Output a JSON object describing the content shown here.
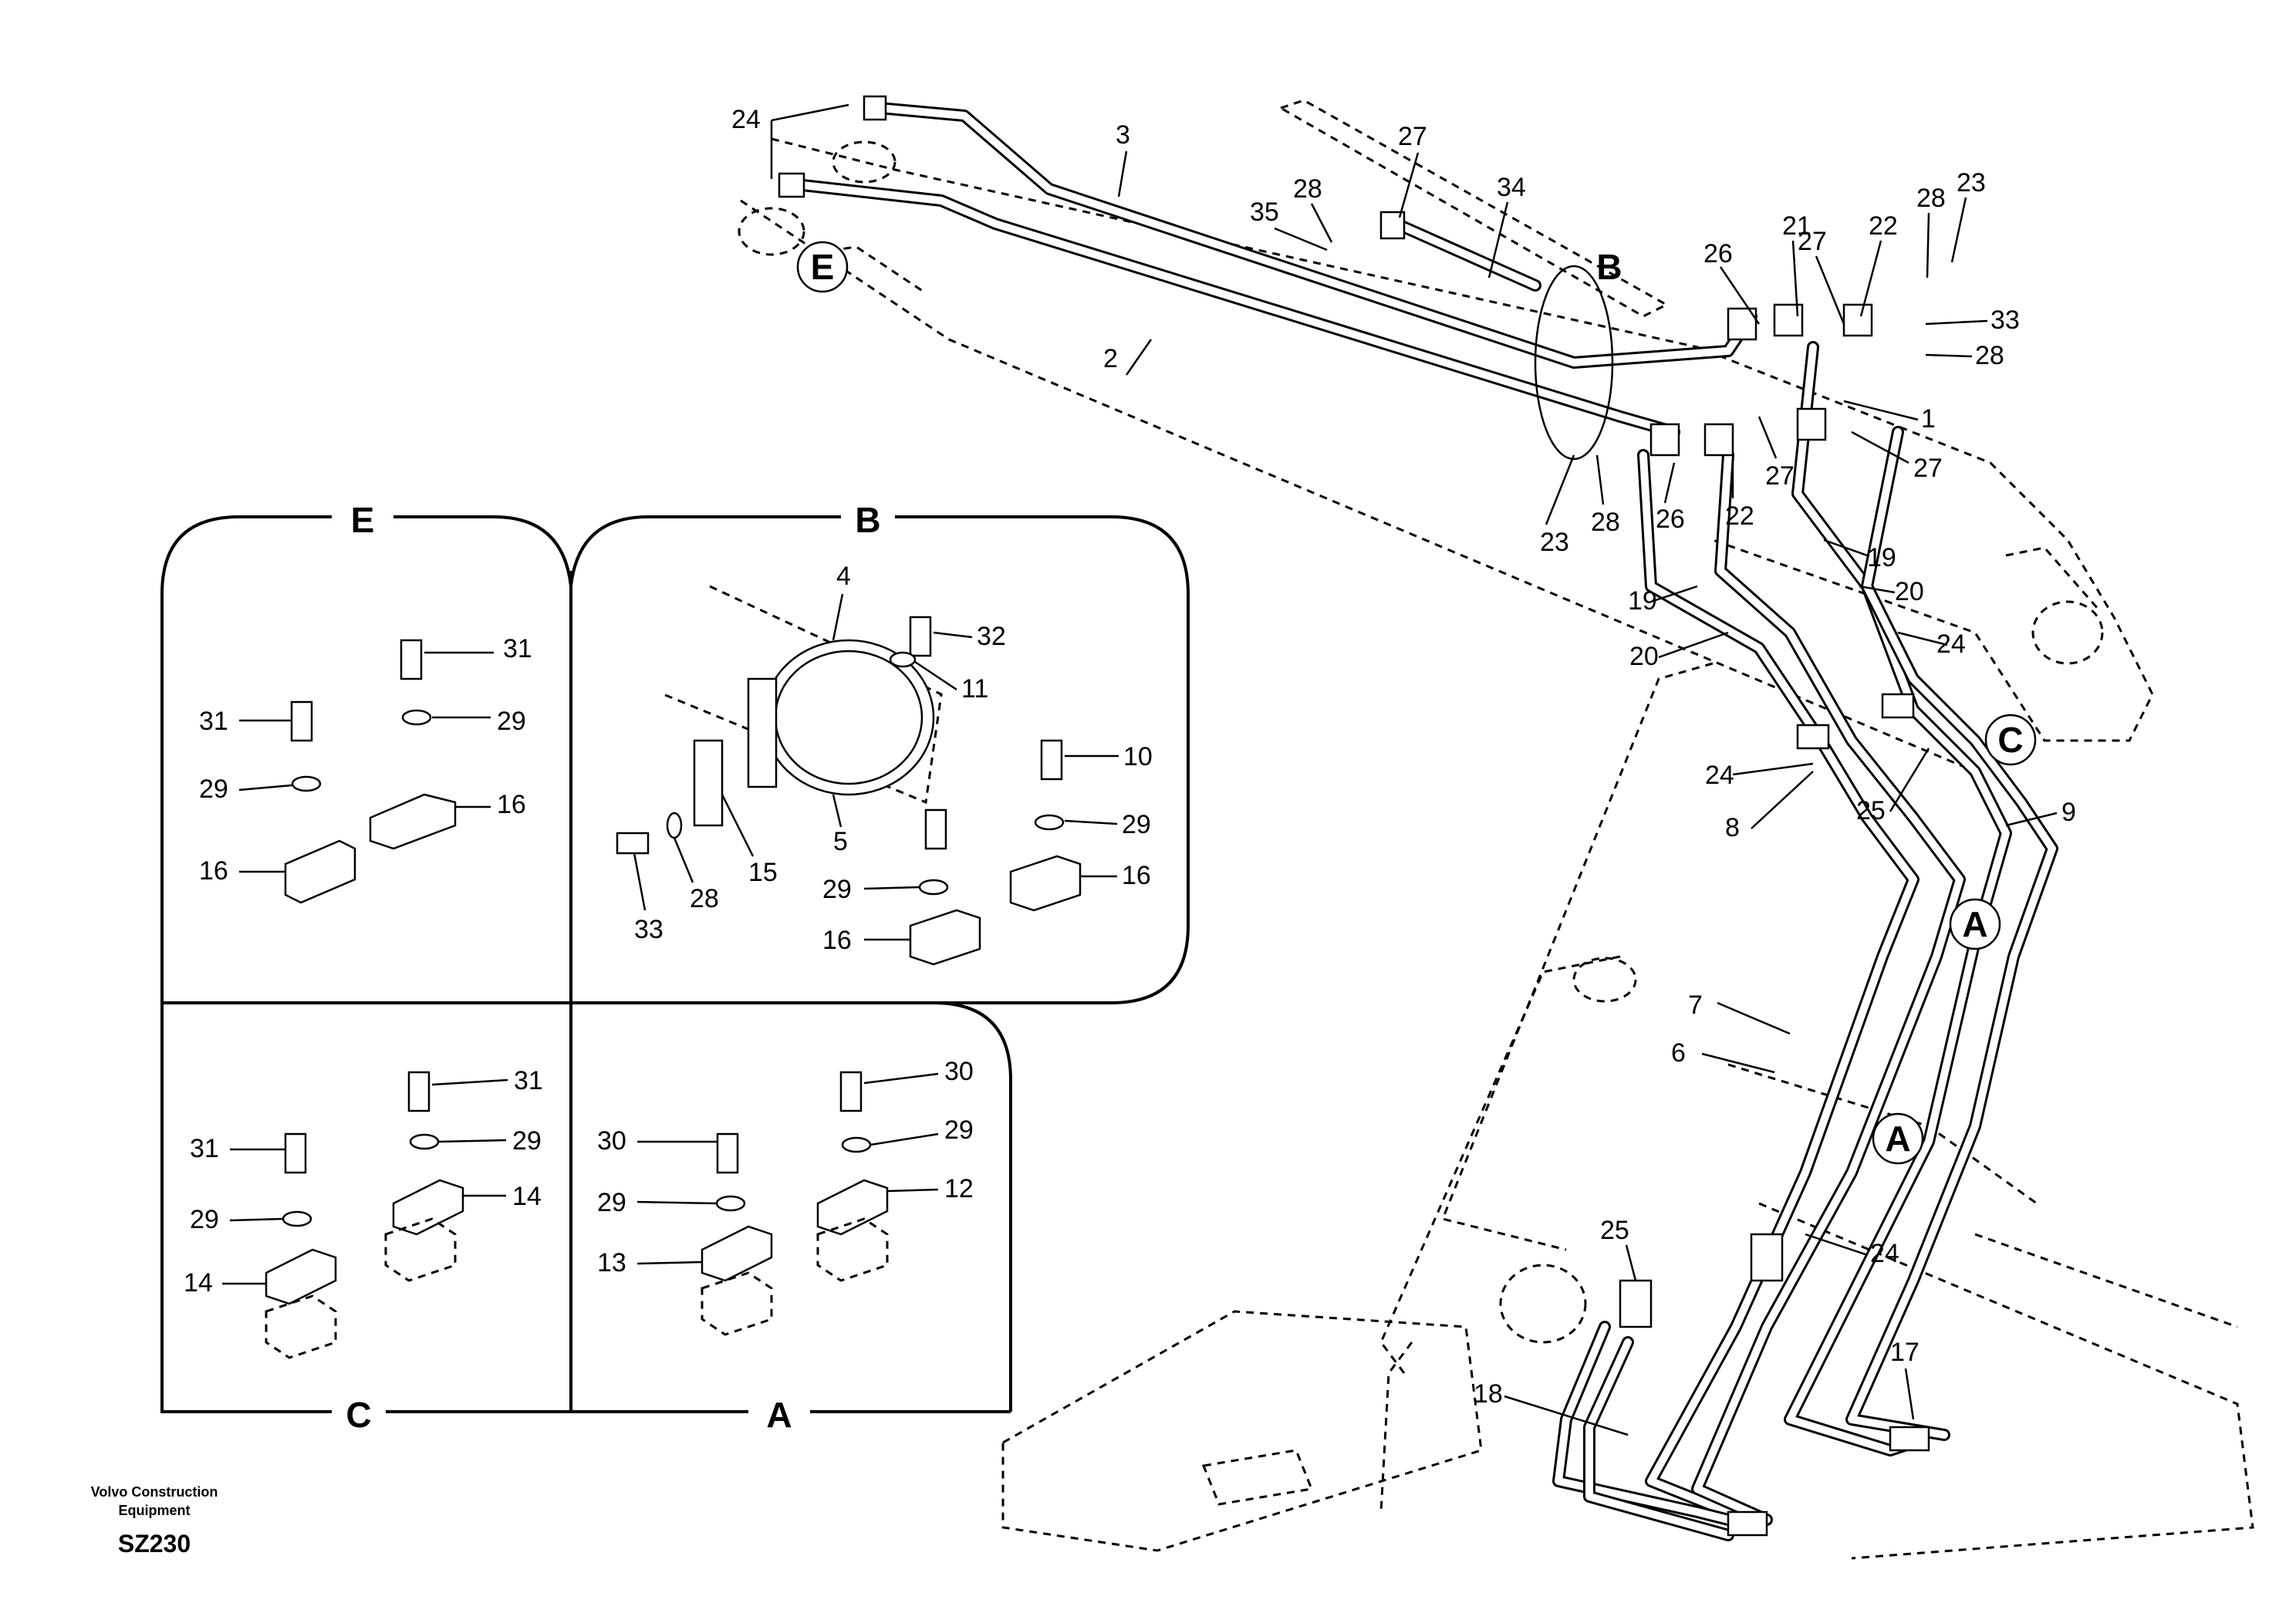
{
  "footer": {
    "company_line1": "Volvo Construction",
    "company_line2": "Equipment",
    "drawing_code": "SZ230"
  },
  "detail_titles": {
    "E": "E",
    "B": "B",
    "C": "C",
    "A": "A"
  },
  "view_markers": {
    "E": "E",
    "B": "B",
    "C": "C",
    "A1": "A",
    "A2": "A"
  },
  "main_callouts": [
    "24",
    "3",
    "27",
    "34",
    "28",
    "35",
    "B",
    "21",
    "26",
    "27",
    "22",
    "28",
    "23",
    "33",
    "28",
    "1",
    "27",
    "2",
    "23",
    "28",
    "26",
    "22",
    "27",
    "19",
    "19",
    "20",
    "20",
    "24",
    "24",
    "25",
    "8",
    "9",
    "7",
    "6",
    "25",
    "24",
    "18",
    "17"
  ],
  "detail_E_callouts": [
    "31",
    "31",
    "29",
    "29",
    "16",
    "16"
  ],
  "detail_B_callouts": [
    "4",
    "32",
    "11",
    "10",
    "29",
    "5",
    "15",
    "33",
    "28",
    "29",
    "16",
    "16"
  ],
  "detail_C_callouts": [
    "31",
    "31",
    "29",
    "29",
    "14",
    "14"
  ],
  "detail_A_callouts": [
    "30",
    "30",
    "29",
    "29",
    "12",
    "13"
  ]
}
